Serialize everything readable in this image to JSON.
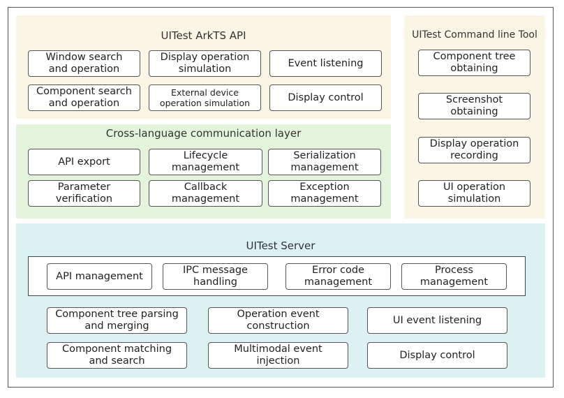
{
  "colors": {
    "api_panel": "#fbf5e5",
    "cross_panel": "#e4f4dc",
    "tool_panel": "#fbf5e5",
    "server_panel": "#dbf1f2",
    "border": "#555555"
  },
  "arkts_api": {
    "title": "UITest ArkTS API",
    "items": [
      "Window search\nand operation",
      "Display operation\nsimulation",
      "Event listening",
      "Component search\nand operation",
      "External device\noperation simulation",
      "Display control"
    ]
  },
  "cross_layer": {
    "title": "Cross-language communication layer",
    "items": [
      "API export",
      "Lifecycle\nmanagement",
      "Serialization\nmanagement",
      "Parameter\nverification",
      "Callback\nmanagement",
      "Exception\nmanagement"
    ]
  },
  "cmd_tool": {
    "title": "UITest Command line Tool",
    "items": [
      "Component tree\nobtaining",
      "Screenshot\nobtaining",
      "Display operation\nrecording",
      "UI operation\nsimulation"
    ]
  },
  "server": {
    "title": "UITest Server",
    "core_items": [
      "API management",
      "IPC message\nhandling",
      "Error code\nmanagement",
      "Process\nmanagement"
    ],
    "items": [
      "Component tree parsing\nand merging",
      "Operation event\nconstruction",
      "UI event listening",
      "Component matching\nand search",
      "Multimodal event\ninjection",
      "Display control"
    ]
  }
}
